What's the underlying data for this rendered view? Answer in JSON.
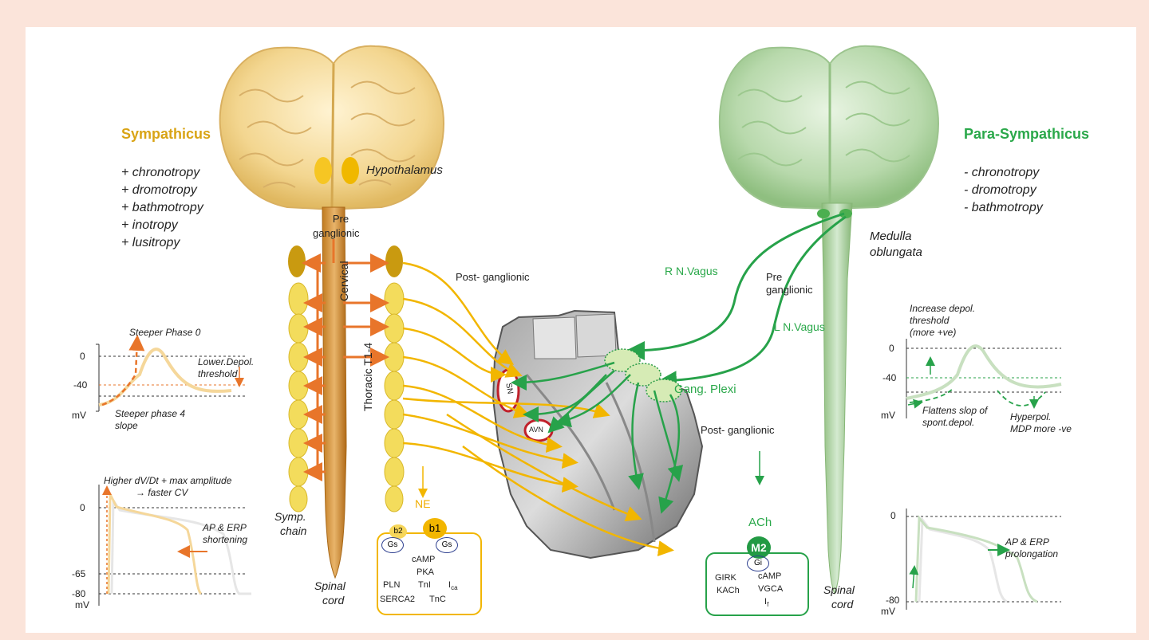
{
  "sympathicus": {
    "title": "Sympathicus",
    "effects": [
      "+ chronotropy",
      "+ dromotropy",
      "+ bathmotropy",
      "+ inotropy",
      "+ lusitropy"
    ],
    "hypothalamus": "Hypothalamus",
    "pre_ganglionic_1": "Pre",
    "pre_ganglionic_2": "ganglionic",
    "post_ganglionic": "Post- ganglionic",
    "cervical": "Cervical",
    "thoracic": "Thoracic T1-4",
    "symp_chain_1": "Symp.",
    "symp_chain_2": "chain",
    "spinal_cord_1": "Spinal",
    "spinal_cord_2": "cord",
    "ne": "NE",
    "receptors": {
      "b2": "b2",
      "b1": "b1",
      "gs1": "Gs",
      "gs2": "Gs",
      "camp": "cAMP",
      "pka": "PKA",
      "pln": "PLN",
      "tni": "TnI",
      "ica": "I",
      "ica_sub": "ca",
      "serca": "SERCA2",
      "tnc": "TnC"
    },
    "ap_top": {
      "y0": "0",
      "y40": "-40",
      "ymv": "mV",
      "steep0": "Steeper Phase 0",
      "lower_1": "Lower.Depol.",
      "lower_2": "threshold",
      "steep4_1": "Steeper phase 4",
      "steep4_2": "slope"
    },
    "ap_bottom": {
      "higher_1": "Higher dV/Dt + max amplitude",
      "higher_2": "→ faster CV",
      "y0": "0",
      "y65": "-65",
      "y80": "-80",
      "ymv": "mV",
      "short_1": "AP & ERP",
      "short_2": "shortening"
    }
  },
  "parasympathicus": {
    "title": "Para-Sympathicus",
    "effects": [
      "- chronotropy",
      "- dromotropy",
      "- bathmotropy"
    ],
    "medulla_1": "Medulla",
    "medulla_2": "oblungata",
    "r_vagus": "R N.Vagus",
    "l_vagus": "L N.Vagus",
    "pre_1": "Pre",
    "pre_2": "ganglionic",
    "gang_plexi": "Gang. Plexi",
    "post_ganglionic": "Post- ganglionic",
    "ach": "ACh",
    "spinal_cord_1": "Spinal",
    "spinal_cord_2": "cord",
    "receptors": {
      "m2": "M2",
      "gi": "Gi",
      "girk": "GIRK",
      "kach": "KACh",
      "camp": "cAMP",
      "vgca": "VGCA",
      "if": "I",
      "if_sub": "f"
    },
    "ap_top": {
      "inc_1": "Increase depol.",
      "inc_2": "threshold",
      "inc_3": "(more +ve)",
      "y0": "0",
      "y40": "-40",
      "ymv": "mV",
      "flat_1": "Flattens slop of",
      "flat_2": "spont.depol.",
      "hyp_1": "Hyperpol.",
      "hyp_2": "MDP more -ve"
    },
    "ap_bottom": {
      "y0": "0",
      "y80": "-80",
      "ymv": "mV",
      "prol_1": "AP & ERP",
      "prol_2": "prolongation"
    }
  },
  "heart": {
    "sn": "SN",
    "avn": "AVN"
  },
  "colors": {
    "sympathetic": "#f2b600",
    "parasympathetic": "#27a24a",
    "arrow_orange": "#e8752a",
    "frame": "#fbe4da"
  }
}
